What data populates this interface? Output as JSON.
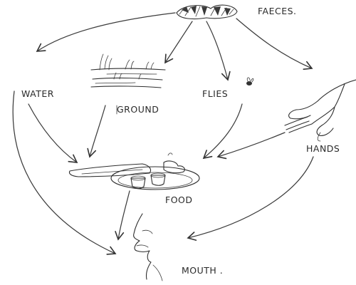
{
  "diagram": {
    "nodes": {
      "faeces": "FAECES.",
      "water": "WATER",
      "ground": "GROUND",
      "flies": "FLIES",
      "hands": "HANDS",
      "food": "FOOD",
      "mouth": "MOUTH ."
    }
  }
}
